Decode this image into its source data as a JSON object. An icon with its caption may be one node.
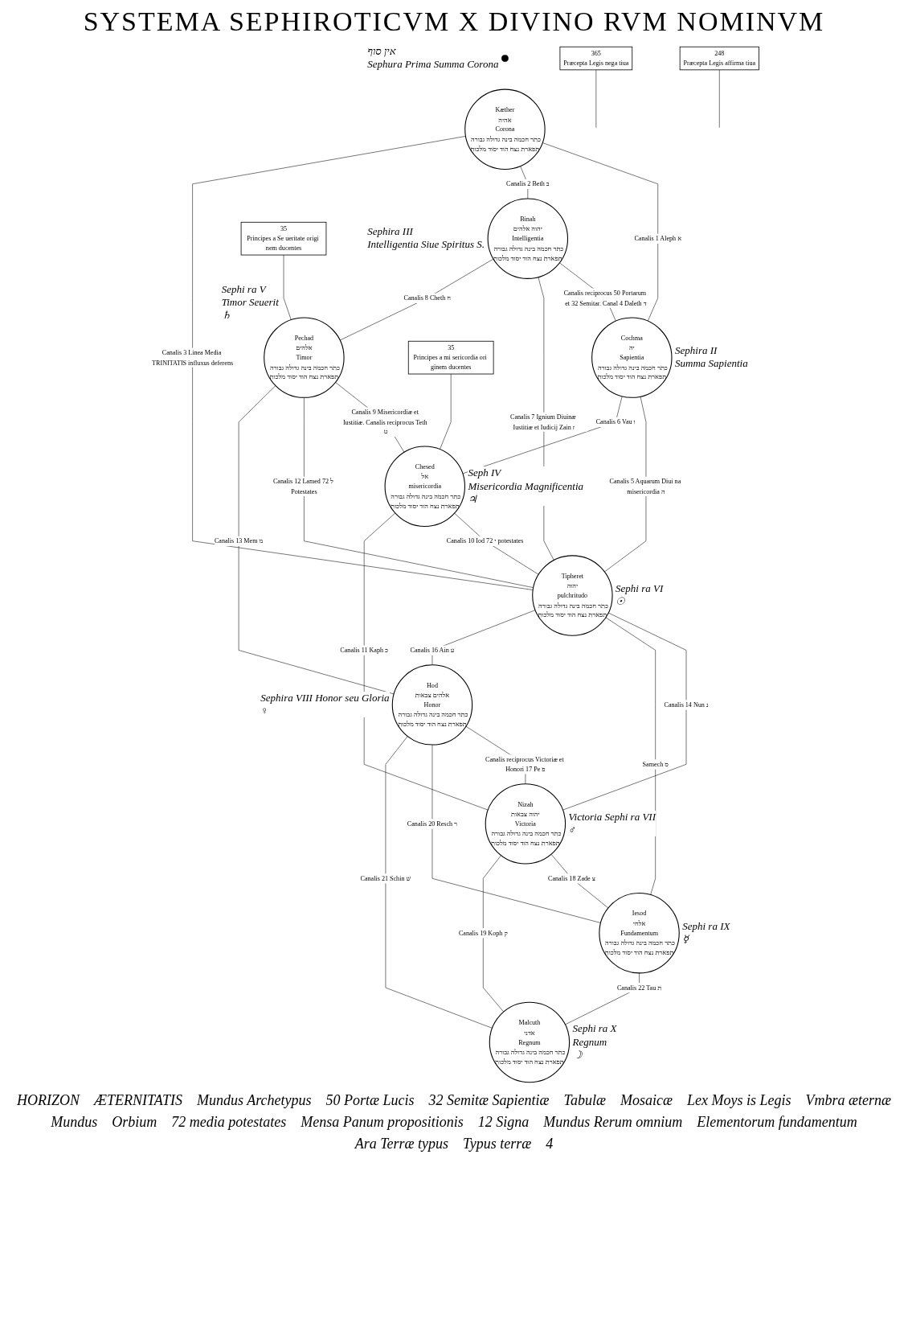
{
  "diagram": {
    "title": "SYSTEMA SEPHIROTICVM X DIVINO RVM NOMINVM",
    "nodes": [
      {
        "text": [],
        "shape": "circle",
        "beside": [
          "אין סוף",
          "Sephura Prima Summa Corona"
        ]
      },
      {
        "text": [
          "Kæther",
          "אהיה",
          "Corona",
          "כתר חכמה בינה גדולה גבורה תפארת נצח הוד יסוד מלכות"
        ]
      },
      {
        "text": [
          "Binah",
          "יהוה אלהים",
          "Intelligentia",
          "כתר חכמה בינה גדולה גבורה תפארת נצח הוד יסוד מלכות"
        ],
        "beside": [
          "Sephira III",
          "Intelligentia Siue Spiritus S."
        ]
      },
      {
        "text": [
          "Cochma",
          "יה",
          "Sapientia",
          "כתר חכמה בינה גדולה גבורה תפארת נצח הוד יסוד מלכות"
        ],
        "beside": [
          "Sephira II",
          "Summa Sapientia"
        ]
      },
      {
        "text": [
          "35",
          "Principes a Se ueritate origi nem ducentes"
        ]
      },
      {
        "text": [
          "Pechad",
          "אלהים",
          "Timor",
          "כתר חכמה בינה גדולה גבורה תפארת נצח הוד יסוד מלכות"
        ],
        "beside": [
          "Sephi ra V",
          "Timor Seuerit",
          "♄"
        ]
      },
      {
        "text": [
          "Chesed",
          "אל",
          "misericordia",
          "כתר חכמה בינה גדולה גבורה תפארת נצח הוד יסוד מלכות"
        ],
        "beside": [
          "Seph IV",
          "Misericordia Magnificentia",
          "♃"
        ]
      },
      {
        "text": [
          "35",
          "Principes a mi sericordia ori ginem ducentes"
        ]
      },
      {
        "text": [
          "365",
          "Præcepta Legis nega tiua"
        ]
      },
      {
        "text": [
          "Tipheret",
          "יהוה",
          "pulchritudo",
          "כתר חכמה בינה גדולה גבורה תפארת נצח הוד יסוד מלכות"
        ],
        "beside": [
          "Sephi ra VI",
          "☉"
        ]
      },
      {
        "text": [
          "248",
          "Præcepta Legis affirma tiua"
        ]
      },
      {
        "text": [
          "Hod",
          "אלהים צבאות",
          "Honor",
          "כתר חכמה בינה גדולה גבורה תפארת נצח הוד יסוד מלכות"
        ],
        "beside": [
          "Sephira VIII Honor seu Gloria",
          "♀"
        ]
      },
      {
        "text": [
          "Nizah",
          "יהוה צבאות",
          "Victoria",
          "כתר חכמה בינה גדולה גבורה תפארת נצח הוד יסוד מלכות"
        ],
        "beside": [
          "Victoria Sephi ra VII",
          "♂"
        ]
      },
      {
        "text": [
          "Iesod",
          "אלחי",
          "Fundamentum",
          "כתר חכמה בינה גדולה גבורה תפארת נצח הוד יסוד מלכות"
        ],
        "beside": [
          "Sephi ra IX",
          "☿"
        ]
      },
      {
        "text": [
          "Malcuth",
          "אדני",
          "Regnum",
          "כתר חכמה בינה גדולה גבורה תפארת נצח הוד יסוד מלכות"
        ],
        "beside": [
          "Sephi ra X",
          "Regnum",
          "☽"
        ]
      }
    ],
    "edges": [
      {
        "from": 1,
        "to": 3,
        "arrow": "none",
        "label": "Canalis 1 Aleph א"
      },
      {
        "from": 1,
        "to": 2,
        "arrow": "none",
        "label": "Canalis 2 Beth ב"
      },
      {
        "from": 1,
        "to": 9,
        "arrow": "none",
        "label": "Canalis 3 Linea Media TRINITATIS influxus deferens"
      },
      {
        "from": 2,
        "to": 3,
        "arrow": "none",
        "label": "Canalis reciprocus 50 Portarum et 32 Semitar. Canal 4 Daleth ד"
      },
      {
        "from": 3,
        "to": 9,
        "arrow": "none",
        "label": "Canalis 5 Aquarum Diui na misericordia ה"
      },
      {
        "from": 3,
        "to": 6,
        "arrow": "none",
        "label": "Canalis 6 Vau ו"
      },
      {
        "from": 2,
        "to": 9,
        "arrow": "none",
        "label": "Canalis 7 Ignium Diuinæ Iustitiæ et Iudicij Zain ז"
      },
      {
        "from": 2,
        "to": 5,
        "arrow": "none",
        "label": "Canalis 8 Cheth ח"
      },
      {
        "from": 5,
        "to": 6,
        "arrow": "none",
        "label": "Canalis 9 Misericordiæ et Iustitiæ. Canalis reciprocus Teth ט"
      },
      {
        "from": 6,
        "to": 9,
        "arrow": "none",
        "label": "Canalis 10 Iod י 72 potestates"
      },
      {
        "from": 6,
        "to": 12,
        "arrow": "none",
        "label": "Canalis 11 Kaph כ"
      },
      {
        "from": 5,
        "to": 9,
        "arrow": "none",
        "label": "Canalis 12 Lamed ל 72 Potestates"
      },
      {
        "from": 5,
        "to": 11,
        "arrow": "none",
        "label": "Canalis 13 Mem מ"
      },
      {
        "from": 9,
        "to": 12,
        "arrow": "none",
        "label": "Canalis 14 Nun נ"
      },
      {
        "from": 9,
        "to": 13,
        "arrow": "none",
        "label": "Samech ס"
      },
      {
        "from": 9,
        "to": 11,
        "arrow": "none",
        "label": "Canalis 16 Ain ע"
      },
      {
        "from": 11,
        "to": 12,
        "arrow": "none",
        "label": "Canalis reciprocus Victoriæ et Honori 17 Pe פ"
      },
      {
        "from": 12,
        "to": 13,
        "arrow": "none",
        "label": "Canalis 18 Zade צ"
      },
      {
        "from": 12,
        "to": 14,
        "arrow": "none",
        "label": "Canalis 19 Koph ק"
      },
      {
        "from": 11,
        "to": 13,
        "arrow": "none",
        "label": "Canalis 20 Resch ר"
      },
      {
        "from": 11,
        "to": 14,
        "arrow": "none",
        "label": "Canalis 21 Schin ש"
      },
      {
        "from": 13,
        "to": 14,
        "arrow": "none",
        "label": "Canalis 22 Tau ת"
      },
      {
        "from": 4,
        "to": 5,
        "arrow": "none"
      },
      {
        "from": 7,
        "to": 6,
        "arrow": "none"
      },
      {
        "from": 8,
        "to": null,
        "arrow": "none"
      },
      {
        "from": 10,
        "to": null,
        "arrow": "none"
      }
    ],
    "labels": [
      "HORIZON",
      "ÆTERNITATIS",
      "Mundus Archetypus",
      "50 Portæ Lucis",
      "32 Semitæ Sapientiæ",
      "Tabulæ",
      "Mosaicæ",
      "Lex Moys is Legis",
      "Vmbra æternæ",
      "Mundus",
      "Orbium",
      "72 media potestates",
      "Mensa Panum propositionis",
      "12 Signa",
      "Mundus Rerum omnium",
      "Elementorum fundamentum",
      "Ara Terræ typus",
      "Typus terræ",
      "4"
    ]
  }
}
